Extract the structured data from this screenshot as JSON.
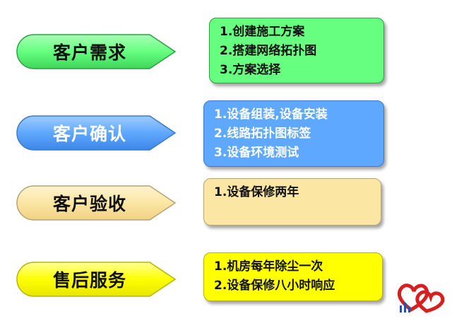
{
  "colors": {
    "green": "#66FF80",
    "green_border": "#2E9E44",
    "blue": "#5FA8FF",
    "blue_border": "#3A79C9",
    "tan": "#FCE6A4",
    "tan_border": "#B8A372",
    "yellow": "#FFFF00",
    "yellow_border": "#B5B500",
    "logo_red": "#D62020",
    "logo_blue": "#2B4FA0"
  },
  "stages": [
    {
      "label": "客户需求",
      "items": [
        "1.创建施工方案",
        "2.搭建网络拓扑图",
        "3.方案选择"
      ]
    },
    {
      "label": "客户确认",
      "items": [
        "1.设备组装,设备安装",
        "2.线路拓扑图标签",
        "3.设备环境测试"
      ]
    },
    {
      "label": "客户验收",
      "items": [
        "1.设备保修两年"
      ]
    },
    {
      "label": "售后服务",
      "items": [
        "1.机房每年除尘一次",
        "2.设备保修八小时响应"
      ]
    }
  ],
  "logo": {
    "icon": "heart-hands-logo"
  }
}
